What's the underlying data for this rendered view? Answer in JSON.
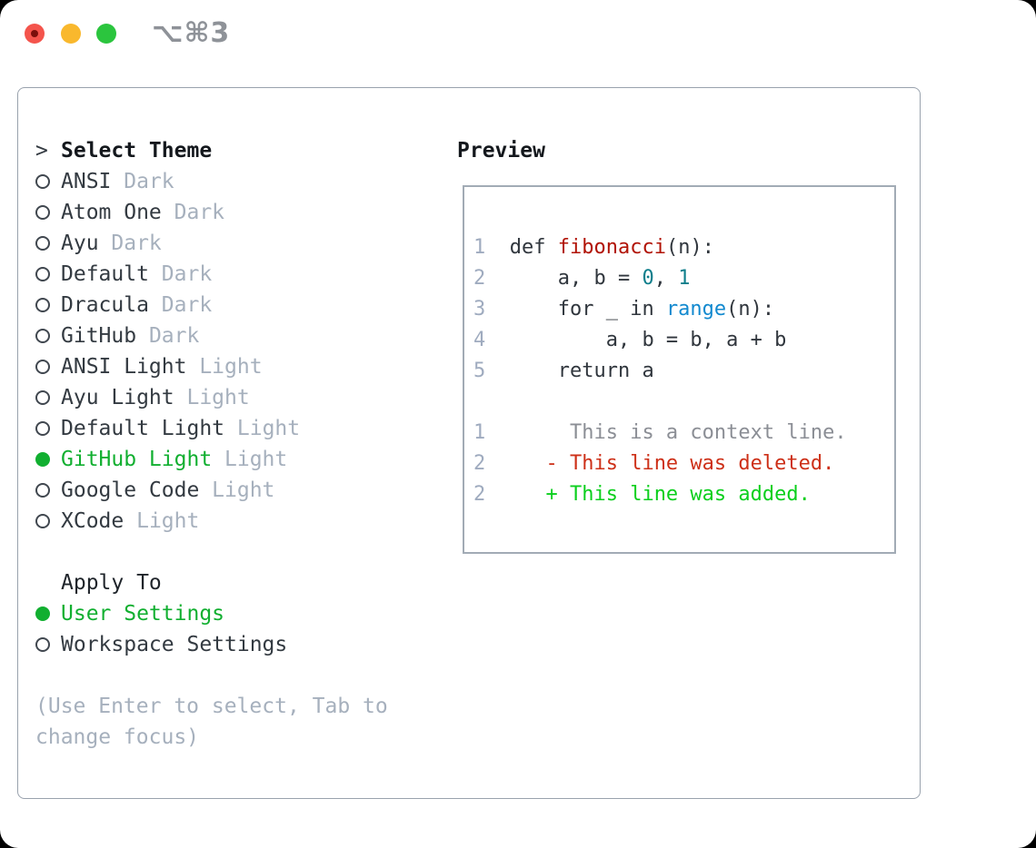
{
  "window": {
    "title": "⌥⌘3",
    "traffic_lights": [
      "close",
      "minimize",
      "zoom"
    ]
  },
  "theme_picker": {
    "prompt": ">",
    "title": "Select Theme",
    "items": [
      {
        "label": "ANSI",
        "variant": "Dark",
        "selected": false
      },
      {
        "label": "Atom One",
        "variant": "Dark",
        "selected": false
      },
      {
        "label": "Ayu",
        "variant": "Dark",
        "selected": false
      },
      {
        "label": "Default",
        "variant": "Dark",
        "selected": false
      },
      {
        "label": "Dracula",
        "variant": "Dark",
        "selected": false
      },
      {
        "label": "GitHub",
        "variant": "Dark",
        "selected": false
      },
      {
        "label": "ANSI Light",
        "variant": "Light",
        "selected": false
      },
      {
        "label": "Ayu Light",
        "variant": "Light",
        "selected": false
      },
      {
        "label": "Default Light",
        "variant": "Light",
        "selected": false
      },
      {
        "label": "GitHub Light",
        "variant": "Light",
        "selected": true
      },
      {
        "label": "Google Code",
        "variant": "Light",
        "selected": false
      },
      {
        "label": "XCode",
        "variant": "Light",
        "selected": false
      }
    ]
  },
  "apply_to": {
    "title": "Apply To",
    "options": [
      {
        "label": "User Settings",
        "variant": "",
        "selected": true
      },
      {
        "label": "Workspace Settings",
        "variant": "",
        "selected": false
      }
    ]
  },
  "hint_lines": [
    "(Use Enter to select, Tab to",
    "change focus)"
  ],
  "preview": {
    "title": "Preview",
    "palette": {
      "ln": "#9fabbf",
      "fg": "#30363d",
      "fn": "#b11306",
      "num": "#0e7e8b",
      "call": "#1289cf",
      "ctx": "#8b8e95",
      "del": "#cd3018",
      "add": "#0bcf1d"
    },
    "lines": [
      [],
      [
        {
          "t": "1  ",
          "s": "ln"
        },
        {
          "t": "def ",
          "s": "fg"
        },
        {
          "t": "fibonacci",
          "s": "fn"
        },
        {
          "t": "(n):",
          "s": "fg"
        }
      ],
      [
        {
          "t": "2  ",
          "s": "ln"
        },
        {
          "t": "    a, b = ",
          "s": "fg"
        },
        {
          "t": "0",
          "s": "num"
        },
        {
          "t": ", ",
          "s": "fg"
        },
        {
          "t": "1",
          "s": "num"
        }
      ],
      [
        {
          "t": "3  ",
          "s": "ln"
        },
        {
          "t": "    for _ in ",
          "s": "fg"
        },
        {
          "t": "range",
          "s": "call"
        },
        {
          "t": "(n):",
          "s": "fg"
        }
      ],
      [
        {
          "t": "4  ",
          "s": "ln"
        },
        {
          "t": "        a, b = b, a + b",
          "s": "fg"
        }
      ],
      [
        {
          "t": "5  ",
          "s": "ln"
        },
        {
          "t": "    return a",
          "s": "fg"
        }
      ],
      [],
      [
        {
          "t": "1  ",
          "s": "ln"
        },
        {
          "t": "     This is a context line.",
          "s": "ctx"
        }
      ],
      [
        {
          "t": "2  ",
          "s": "ln"
        },
        {
          "t": "   - This line was deleted.",
          "s": "del"
        }
      ],
      [
        {
          "t": "2  ",
          "s": "ln"
        },
        {
          "t": "   + This line was added.",
          "s": "add"
        }
      ],
      []
    ]
  },
  "colors": {
    "selected_green": "#11af30",
    "text": "#333a41",
    "muted": "#a6b0bd",
    "panel_border": "#99a2ad",
    "preview_border": "#a2abb5",
    "titlebar_text": "#8e9298",
    "traffic_red": "#f4544c",
    "traffic_red_dot": "#7a0f0b",
    "traffic_yellow": "#f9b82d",
    "traffic_green": "#2bc53e"
  }
}
